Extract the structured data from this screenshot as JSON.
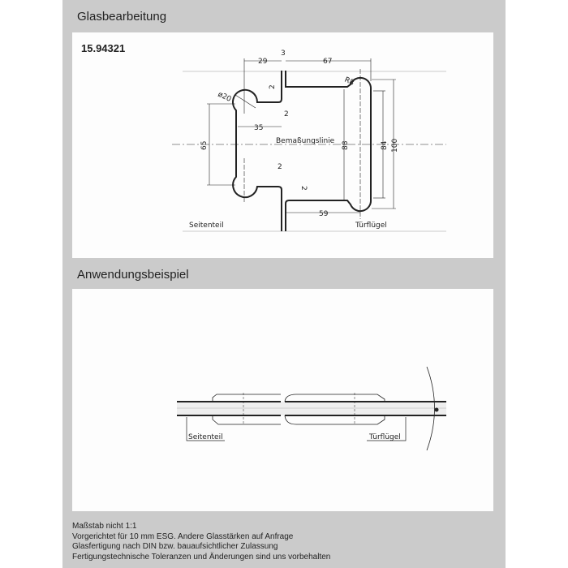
{
  "section1": {
    "title": "Glasbearbeitung",
    "article_no": "15.94321"
  },
  "drawing1": {
    "dims": {
      "d29": "29",
      "d3": "3",
      "d67": "67",
      "r8": "R8",
      "dia20": "ø20",
      "d2a": "2",
      "d2b": "2",
      "d35": "35",
      "d65": "65",
      "d88": "88",
      "d84": "84",
      "d100": "100",
      "d2c": "2",
      "d2d": "2",
      "d59": "59"
    },
    "center_label": "Bemaßungslinie",
    "left_label": "Seitenteil",
    "right_label": "Türflügel"
  },
  "section2": {
    "title": "Anwendungsbeispiel"
  },
  "drawing2": {
    "left_label": "Seitenteil",
    "right_label": "Türflügel"
  },
  "notes": [
    "Maßstab nicht 1:1",
    "Vorgerichtet für 10 mm ESG. Andere Glasstärken auf Anfrage",
    "Glasfertigung nach DIN bzw. bauaufsichtlicher Zulassung",
    "Fertigungstechnische Toleranzen und Änderungen sind uns vorbehalten"
  ]
}
